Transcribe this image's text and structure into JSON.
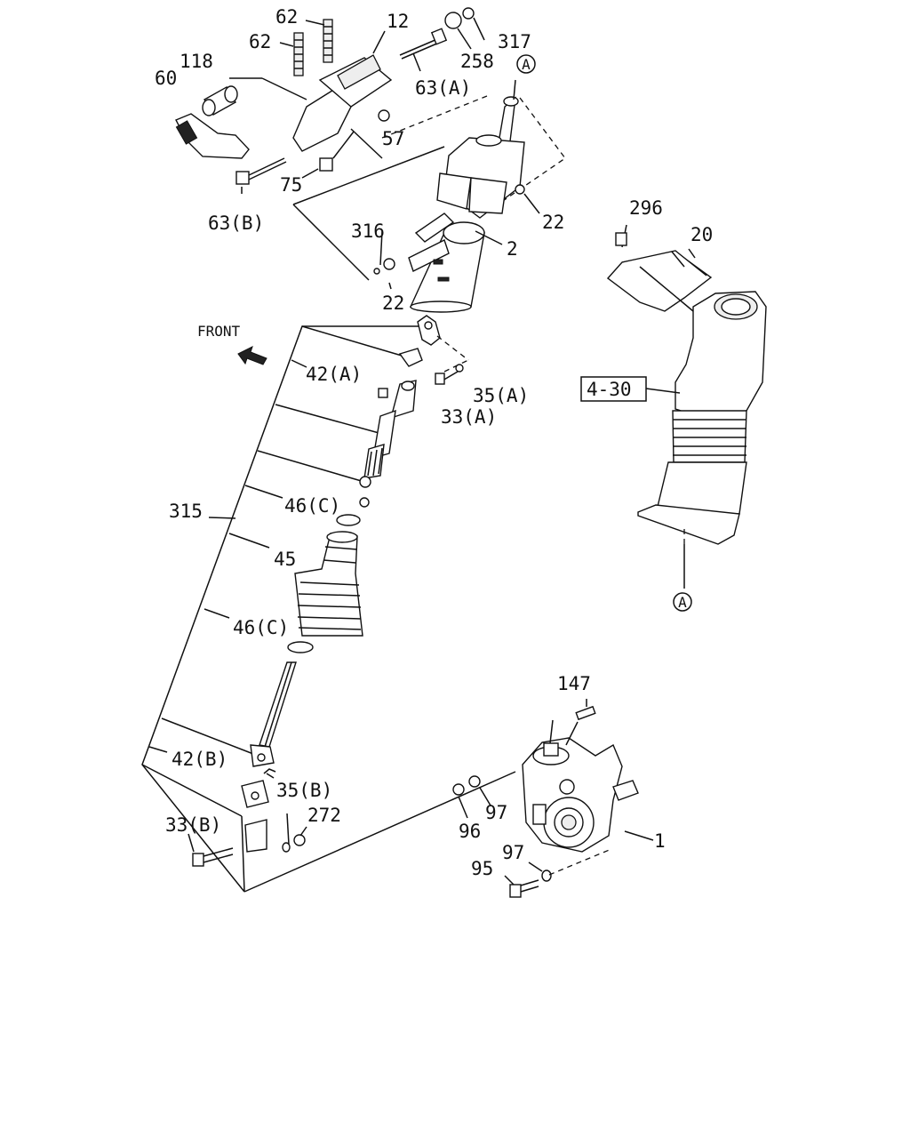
{
  "diagram": {
    "direction_label": "FRONT",
    "reference_mark": "A",
    "box_label": "4-30",
    "callouts": {
      "c62a": "62",
      "c62b": "62",
      "c12": "12",
      "c317": "317",
      "c118": "118",
      "c60": "60",
      "c258": "258",
      "c63a": "63(A)",
      "c57": "57",
      "c75": "75",
      "c63b": "63(B)",
      "c22a": "22",
      "c316": "316",
      "c2": "2",
      "c22b": "22",
      "c296": "296",
      "c20": "20",
      "c42a": "42(A)",
      "c35a": "35(A)",
      "c33a": "33(A)",
      "c315": "315",
      "c46c_a": "46(C)",
      "c45": "45",
      "c46c_b": "46(C)",
      "c147": "147",
      "c42b": "42(B)",
      "c35b": "35(B)",
      "c272": "272",
      "c33b": "33(B)",
      "c97a": "97",
      "c96": "96",
      "c1": "1",
      "c97b": "97",
      "c95": "95"
    }
  }
}
